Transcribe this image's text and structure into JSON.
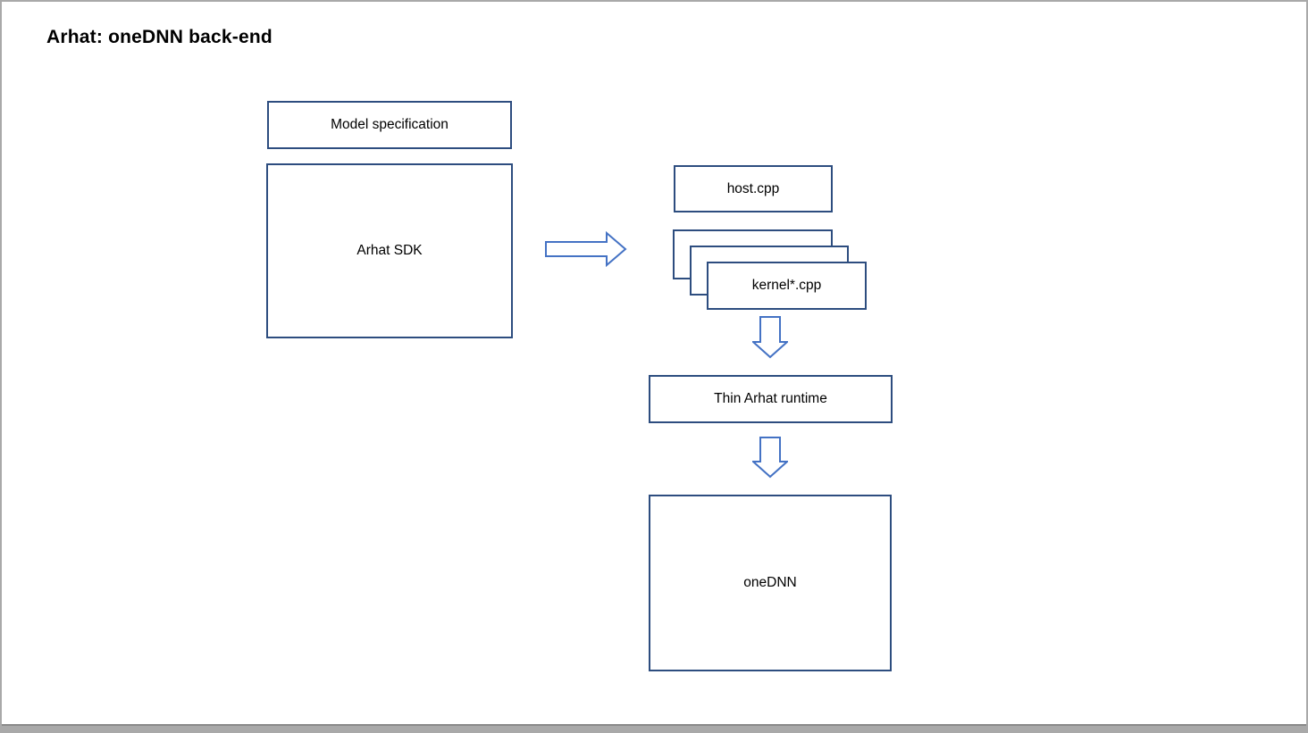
{
  "window": {
    "title": "Arhat: oneDNN back-end"
  },
  "nodes": {
    "model_spec": {
      "label": "Model specification"
    },
    "arhat_sdk": {
      "label": "Arhat SDK"
    },
    "host_cpp": {
      "label": "host.cpp"
    },
    "kernel_cpp": {
      "label": "kernel*.cpp"
    },
    "thin_runtime": {
      "label": "Thin Arhat runtime"
    },
    "onednn": {
      "label": "oneDNN"
    }
  },
  "icons": {
    "arrow_right": "block-arrow-right",
    "arrow_down": "block-arrow-down"
  },
  "colors": {
    "box_border": "#2d4d7f",
    "arrow_stroke": "#4472c4",
    "text": "#000000",
    "page_background": "#ffffff",
    "page_border": "#a9a9a9",
    "bottom_bar": "#a9a9a9",
    "bottom_bar_edge": "#8a8a8a"
  }
}
